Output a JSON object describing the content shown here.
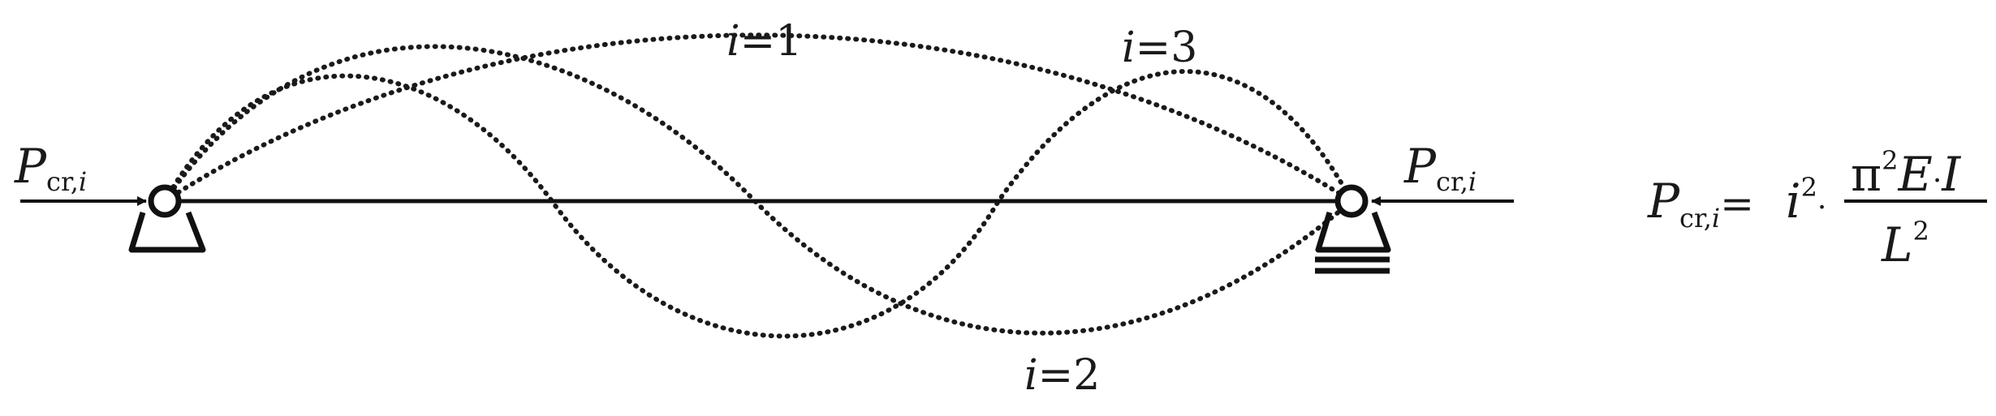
{
  "diagram": {
    "load_left": {
      "symbol": "P",
      "sub_cr": "cr,",
      "sub_i": "i"
    },
    "load_right": {
      "symbol": "P",
      "sub_cr": "cr,",
      "sub_i": "i"
    },
    "modes": [
      {
        "var": "i",
        "eq": "=1"
      },
      {
        "var": "i",
        "eq": "=2"
      },
      {
        "var": "i",
        "eq": "=3"
      }
    ],
    "formula": {
      "lhs_symbol": "P",
      "lhs_sub_cr": "cr,",
      "lhs_sub_i": "i",
      "equals": "=",
      "factor_var": "i",
      "factor_exp": "2",
      "dot": "·",
      "numerator_pi": "π",
      "numerator_exp": "2",
      "numerator_E": "E",
      "numerator_dot": "·",
      "numerator_I": "I",
      "denominator_L": "L",
      "denominator_exp": "2"
    }
  }
}
